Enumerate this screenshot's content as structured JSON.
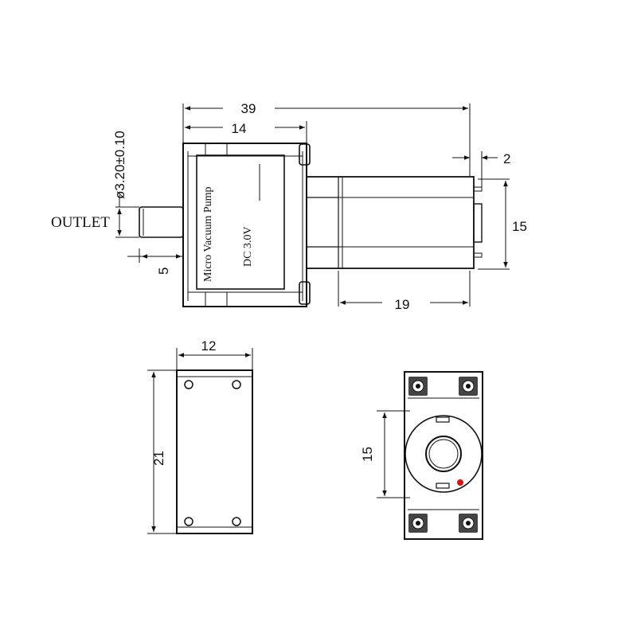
{
  "side_view": {
    "dim_total_length": "39",
    "dim_housing_length": "14",
    "dim_terminal_gap": "2",
    "dim_height": "15",
    "dim_motor_length": "19",
    "dim_outlet_length": "5",
    "dim_outlet_diameter": "ø3.20±0.10",
    "outlet_label": "OUTLET",
    "label_line1": "Micro Vacuum Pump",
    "label_line2": "DC 3.0V"
  },
  "top_view": {
    "dim_width": "12",
    "dim_length": "21"
  },
  "end_view": {
    "dim_height": "15",
    "marker_color": "#e01010"
  }
}
